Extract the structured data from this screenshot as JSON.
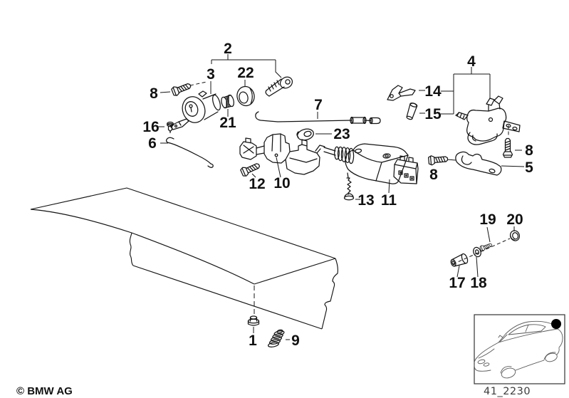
{
  "page": {
    "background": "#ffffff",
    "line_color": "#141414"
  },
  "callouts": {
    "n1": "1",
    "n2": "2",
    "n3": "3",
    "n4": "4",
    "n5": "5",
    "n6": "6",
    "n7": "7",
    "n8_left": "8",
    "n8_mid": "8",
    "n8_right": "8",
    "n9": "9",
    "n10": "10",
    "n11": "11",
    "n12": "12",
    "n13": "13",
    "n14": "14",
    "n15": "15",
    "n16": "16",
    "n17": "17",
    "n18": "18",
    "n19": "19",
    "n20": "20",
    "n21": "21",
    "n22": "22",
    "n23": "23"
  },
  "footer": {
    "copyright": "© BMW AG"
  },
  "thumbnail": {
    "code": "41_2230"
  }
}
